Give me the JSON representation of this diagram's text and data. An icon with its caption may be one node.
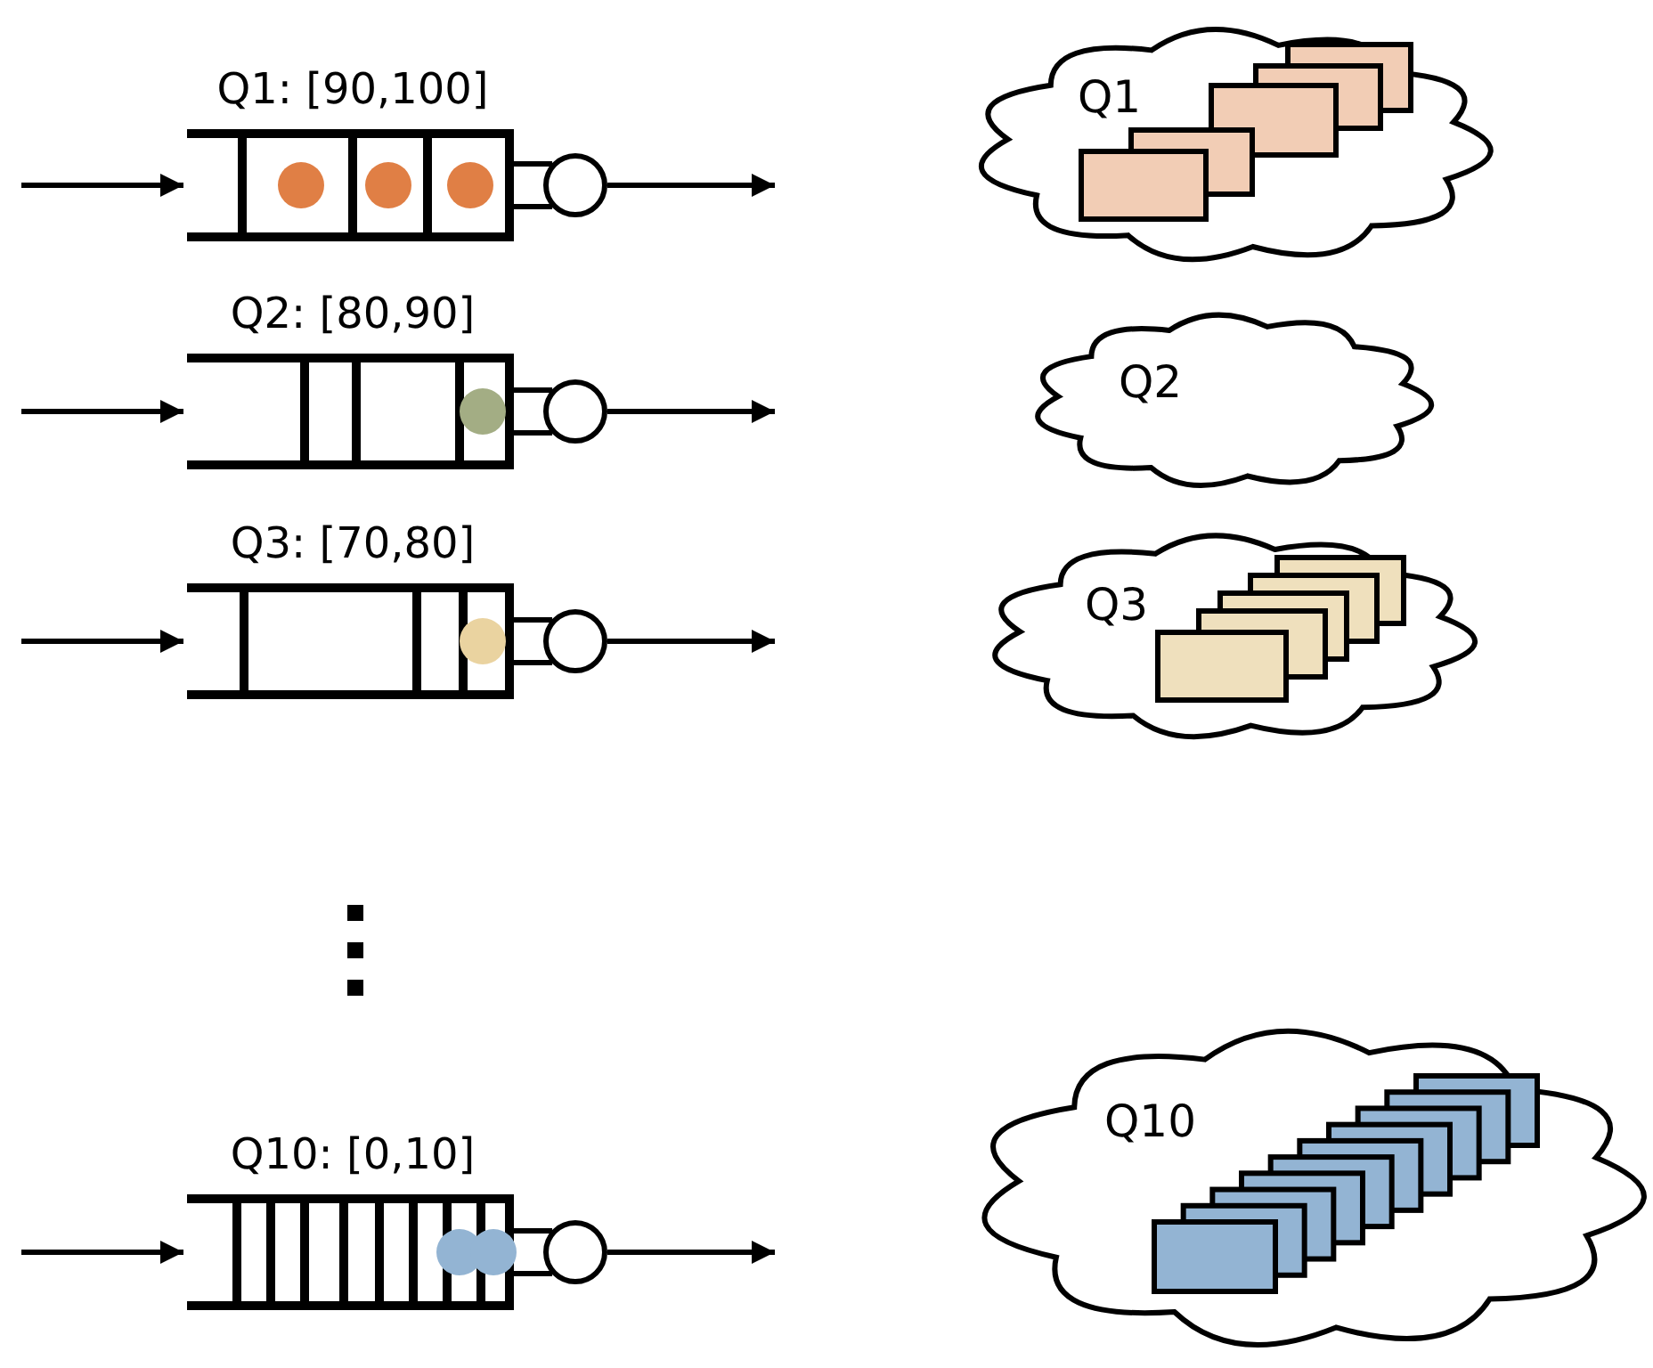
{
  "diagram": {
    "nodes": [
      {
        "text": [
          "Q1: [90,100]"
        ]
      },
      {
        "text": [],
        "shape": "circle"
      },
      {
        "text": [
          "Q1"
        ]
      },
      {
        "text": [
          "Q2: [80,90]"
        ]
      },
      {
        "text": [],
        "shape": "circle"
      },
      {
        "text": [
          "Q2"
        ]
      },
      {
        "text": [
          "Q3: [70,80]"
        ]
      },
      {
        "text": [],
        "shape": "circle"
      },
      {
        "text": [
          "Q3"
        ]
      },
      {
        "text": [
          "Q10: [0,10]"
        ]
      },
      {
        "text": [],
        "shape": "circle"
      },
      {
        "text": [
          "Q10"
        ]
      }
    ],
    "edges": [
      {
        "from": null,
        "to": 0,
        "arrow": "to"
      },
      {
        "from": 0,
        "to": 1,
        "arrow": "none"
      },
      {
        "from": 1,
        "to": null,
        "arrow": "to"
      },
      {
        "from": null,
        "to": 3,
        "arrow": "to"
      },
      {
        "from": 3,
        "to": 4,
        "arrow": "none"
      },
      {
        "from": 4,
        "to": null,
        "arrow": "to"
      },
      {
        "from": null,
        "to": 6,
        "arrow": "to"
      },
      {
        "from": 6,
        "to": 7,
        "arrow": "none"
      },
      {
        "from": 7,
        "to": null,
        "arrow": "to"
      },
      {
        "from": null,
        "to": 9,
        "arrow": "to"
      },
      {
        "from": 9,
        "to": 10,
        "arrow": "none"
      },
      {
        "from": 10,
        "to": null,
        "arrow": "to"
      }
    ]
  }
}
